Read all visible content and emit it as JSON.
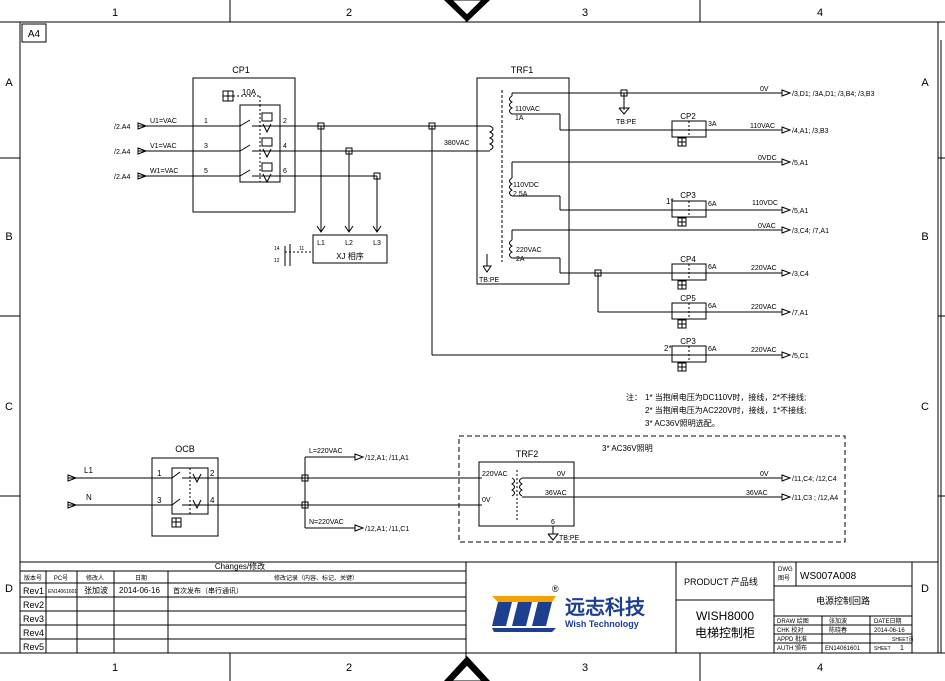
{
  "frame": {
    "sheet_size": "A4",
    "columns": [
      "1",
      "2",
      "3",
      "4"
    ],
    "rows": [
      "A",
      "B",
      "C",
      "D"
    ]
  },
  "cp1": {
    "title": "CP1",
    "rating": "10A",
    "inputs": [
      {
        "ref": "/2.A4",
        "signal": "U1=VAC",
        "pin_in": "1",
        "pin_out": "2"
      },
      {
        "ref": "/2.A4",
        "signal": "V1=VAC",
        "pin_in": "3",
        "pin_out": "4"
      },
      {
        "ref": "/2.A4",
        "signal": "W1=VAC",
        "pin_in": "5",
        "pin_out": "6"
      }
    ]
  },
  "xj": {
    "label": "XJ 相序",
    "terminals": [
      "L1",
      "L2",
      "L3"
    ],
    "contact_pins": [
      "14",
      "12",
      "11"
    ]
  },
  "trf1": {
    "title": "TRF1",
    "primary": "380VAC",
    "windings": [
      {
        "voltage": "110VAC",
        "current": "1A"
      },
      {
        "voltage": "110VDC",
        "current": "2.5A"
      },
      {
        "voltage": "220VAC",
        "current": "2A"
      }
    ],
    "ground": "TB:PE"
  },
  "outputs": [
    {
      "net": "0V",
      "dest": "/3,D1; /3A,D1; /3,B4; /3,B3"
    },
    {
      "net": "110VAC",
      "dest": "/4,A1; /3,B3"
    },
    {
      "net": "0VDC",
      "dest": "/5,A1"
    },
    {
      "net": "110VDC",
      "dest": "/5,A1"
    },
    {
      "net": "0VAC",
      "dest": "/3,C4; /7,A1"
    },
    {
      "net": "220VAC",
      "dest": "/3,C4"
    },
    {
      "net": "220VAC",
      "dest": "/7,A1"
    },
    {
      "net": "220VAC",
      "dest": "/5,C1"
    }
  ],
  "tb_ground": "TB:PE",
  "breakers": [
    {
      "name": "CP2",
      "rating": "3A"
    },
    {
      "name": "CP3",
      "rating": "6A",
      "marker": "1*"
    },
    {
      "name": "CP4",
      "rating": "6A"
    },
    {
      "name": "CP5",
      "rating": "6A"
    },
    {
      "name": "CP3",
      "rating": "6A",
      "marker": "2*"
    }
  ],
  "notes": {
    "head": "注：",
    "lines": [
      "1* 当抱闸电压为DC110V时，接线，2*不接线;",
      "2* 当抱闸电压为AC220V时，接线，1*不接线;",
      "3* AC36V照明选配。"
    ]
  },
  "ocb": {
    "title": "OCB",
    "line_in": "L1",
    "neutral_in": "N",
    "pins": [
      "1",
      "2",
      "3",
      "4"
    ],
    "l_net": "L=220VAC",
    "l_dest": "/12,A1; /11,A1",
    "n_net": "N=220VAC",
    "n_dest": "/12,A1; /11,C1"
  },
  "trf2": {
    "option": "3* AC36V照明",
    "title": "TRF2",
    "primary_top": "220VAC",
    "primary_bottom": "0V",
    "sec_top": "0V",
    "sec_bottom": "36VAC",
    "ground_pin": "6",
    "ground": "TB:PE",
    "out0": "0V",
    "out0_dest": "/11,C4; /12,C4",
    "out36": "36VAC",
    "out36_dest": "/11,C3 ; /12,A4"
  },
  "changes": {
    "title": "Changes/修改",
    "headers": [
      "版本号",
      "PC号",
      "修改人",
      "日期",
      "修改记录（内容、标记、关键）"
    ],
    "rows": [
      {
        "rev": "Rev1",
        "pc": "EN14061601",
        "by": "张加波",
        "date": "2014-06-16",
        "desc": "首次发布（串行通讯）"
      },
      {
        "rev": "Rev2",
        "pc": "",
        "by": "",
        "date": "",
        "desc": ""
      },
      {
        "rev": "Rev3",
        "pc": "",
        "by": "",
        "date": "",
        "desc": ""
      },
      {
        "rev": "Rev4",
        "pc": "",
        "by": "",
        "date": "",
        "desc": ""
      },
      {
        "rev": "Rev5",
        "pc": "",
        "by": "",
        "date": "",
        "desc": ""
      }
    ]
  },
  "company": {
    "name_cn": "远志科技",
    "name_en": "Wish Technology",
    "registered": "®"
  },
  "product": {
    "label": "PRODUCT 产品线",
    "model": "WISH8000",
    "name_cn": "电梯控制柜"
  },
  "drawing": {
    "dwg_label_en": "DWG",
    "dwg_label_cn": "图号",
    "number": "WS007A008",
    "title_cn": "电源控制回路",
    "rows": [
      {
        "role": "DRAW 绘图",
        "person": "张加波",
        "extra_label": "DATE日期"
      },
      {
        "role": "CHK 校对",
        "person": "陈晓春",
        "extra_label": "2014-06-16"
      },
      {
        "role": "APPD 批准",
        "person": "",
        "extra_label": "SHEET页"
      },
      {
        "role": "AUTH 颁布",
        "person": "EN14061601",
        "extra_label": "SHEET",
        "sheet_no": "1"
      }
    ]
  }
}
